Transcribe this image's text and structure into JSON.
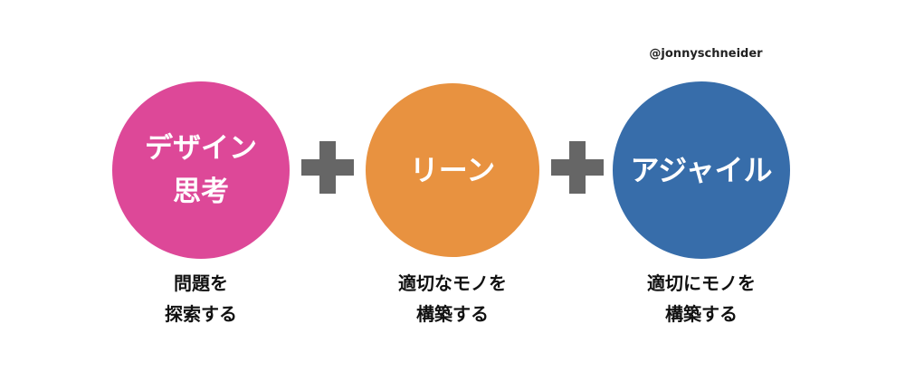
{
  "credit": "@jonnyschneider",
  "colors": {
    "design_thinking": "#dd4898",
    "lean": "#e89240",
    "agile": "#376daa",
    "plus": "#666666"
  },
  "nodes": [
    {
      "title_lines": [
        "デザイン",
        "思考"
      ],
      "caption_lines": [
        "問題を",
        "探索する"
      ]
    },
    {
      "title_lines": [
        "リーン"
      ],
      "caption_lines": [
        "適切なモノを",
        "構築する"
      ]
    },
    {
      "title_lines": [
        "アジャイル"
      ],
      "caption_lines": [
        "適切にモノを",
        "構築する"
      ]
    }
  ],
  "operators": [
    "plus-icon",
    "plus-icon"
  ]
}
